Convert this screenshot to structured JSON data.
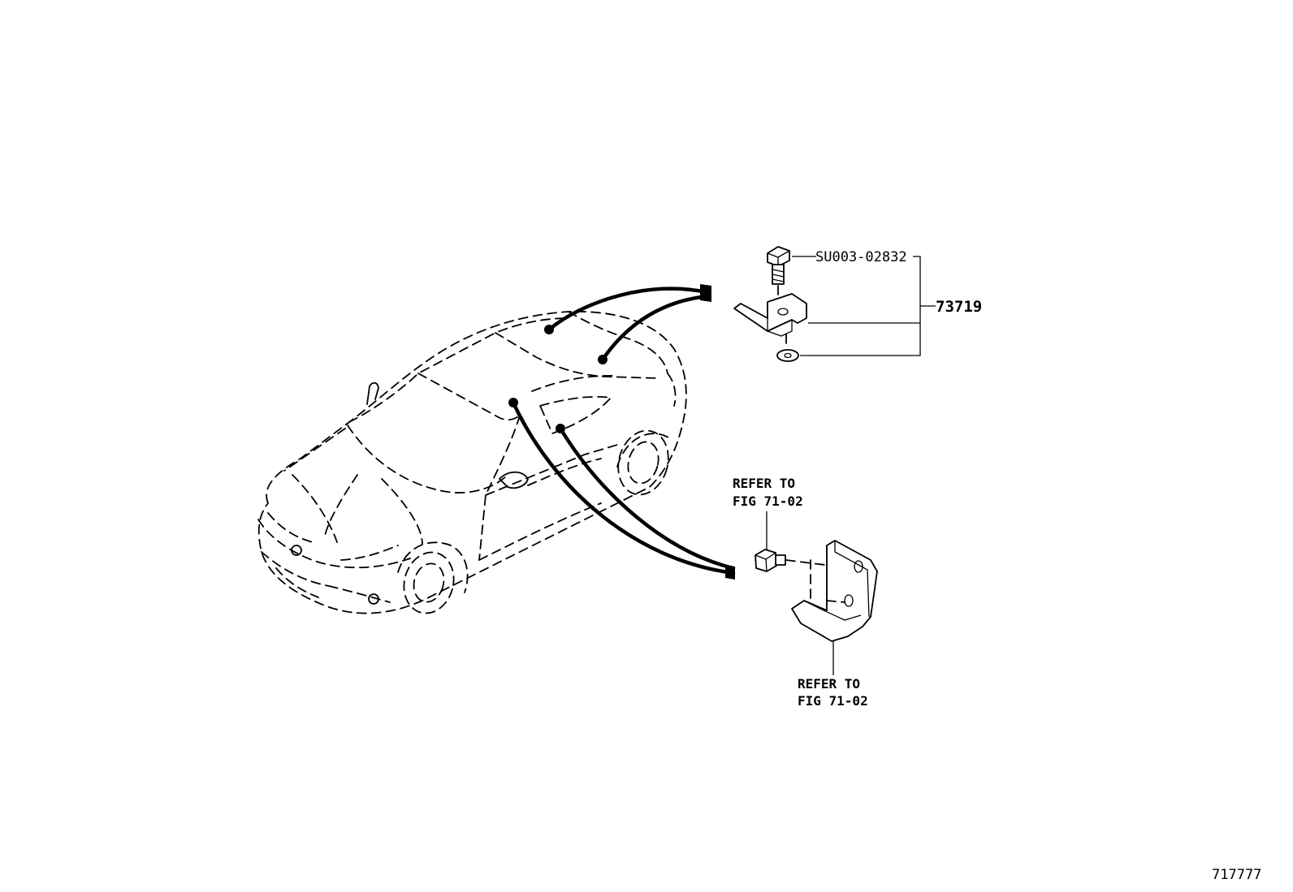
{
  "callouts": {
    "bolt_part_number": "SU003-02832",
    "assembly_part_number": "73719",
    "refer_top_line1": "REFER TO",
    "refer_top_line2": "FIG 71-02",
    "refer_bottom_line1": "REFER TO",
    "refer_bottom_line2": "FIG 71-02"
  },
  "illustration_id": "717777"
}
